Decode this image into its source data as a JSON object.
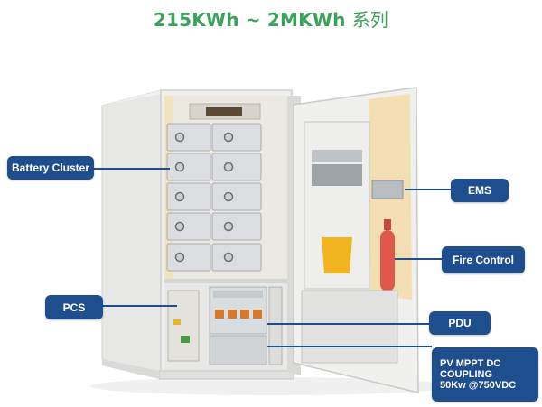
{
  "title": {
    "main": "215KWh ~ 2MKWh ",
    "suffix": "系列"
  },
  "labels": {
    "battery_cluster": "Battery Cluster",
    "pcs": "PCS",
    "ems": "EMS",
    "fire_control": "Fire Control",
    "pdu": "PDU",
    "pv_line1": "PV MPPT DC",
    "pv_line2": "COUPLING",
    "pv_line3": "50Kw @750VDC"
  },
  "colors": {
    "title": "#3aa35a",
    "label_bg": "#1f4e8f",
    "label_text": "#ffffff",
    "cabinet": "#e9e9e7",
    "door_lining": "#f3dfb3",
    "fire_extinguisher": "#e0584d",
    "warning_sign": "#f3b51f"
  }
}
